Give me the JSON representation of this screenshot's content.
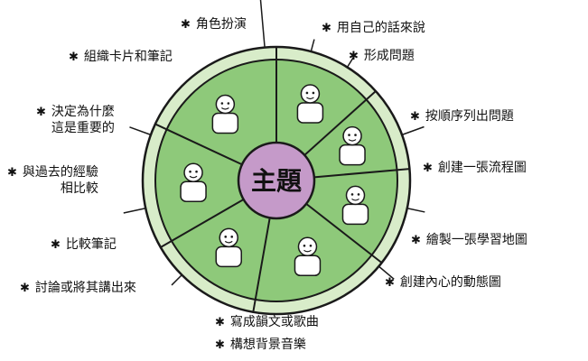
{
  "center": {
    "label": "主題"
  },
  "colors": {
    "wheel_green": "#8ec97a",
    "wheel_light": "#d8ecc9",
    "hub_purple": "#c59ac9",
    "outline": "#1a1a1a"
  },
  "icons": {
    "bullet": "star-icon"
  },
  "labels": [
    {
      "id": "role-play",
      "lines": [
        "角色扮演"
      ]
    },
    {
      "id": "own-words",
      "lines": [
        "用自己的話來說"
      ]
    },
    {
      "id": "cards-notes",
      "lines": [
        "組織卡片和筆記"
      ]
    },
    {
      "id": "form-questions",
      "lines": [
        "形成問題"
      ]
    },
    {
      "id": "decide-why",
      "lines": [
        "決定為什麼",
        "這是重要的"
      ]
    },
    {
      "id": "list-questions",
      "lines": [
        "按順序列出問題"
      ]
    },
    {
      "id": "compare-past",
      "lines": [
        "與過去的經驗",
        "相比較"
      ]
    },
    {
      "id": "flowchart",
      "lines": [
        "創建一張流程圖"
      ]
    },
    {
      "id": "compare-notes",
      "lines": [
        "比較筆記"
      ]
    },
    {
      "id": "learning-map",
      "lines": [
        "繪製一張學習地圖"
      ]
    },
    {
      "id": "discuss",
      "lines": [
        "討論或將其講出來"
      ]
    },
    {
      "id": "mental-image",
      "lines": [
        "創建內心的動態圖"
      ]
    },
    {
      "id": "rhyme-song",
      "lines": [
        "寫成韻文或歌曲"
      ]
    },
    {
      "id": "background-music",
      "lines": [
        "構想背景音樂"
      ]
    }
  ]
}
